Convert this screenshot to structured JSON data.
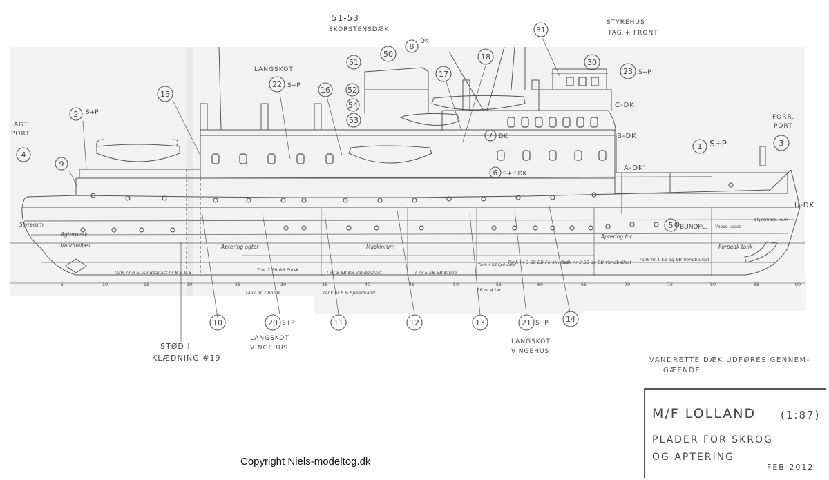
{
  "drawing": {
    "callouts": [
      {
        "id": "4",
        "note": "AGT PORT"
      },
      {
        "id": "9",
        "note": ""
      },
      {
        "id": "2",
        "note": "S+P"
      },
      {
        "id": "15",
        "note": ""
      },
      {
        "id": "22",
        "note": "S+P"
      },
      {
        "id": "16",
        "note": ""
      },
      {
        "id": "51",
        "note": ""
      },
      {
        "id": "50",
        "note": ""
      },
      {
        "id": "8",
        "note": "DK"
      },
      {
        "id": "52",
        "note": ""
      },
      {
        "id": "54",
        "note": ""
      },
      {
        "id": "53",
        "note": ""
      },
      {
        "id": "17",
        "note": ""
      },
      {
        "id": "18",
        "note": ""
      },
      {
        "id": "31",
        "note": ""
      },
      {
        "id": "30",
        "note": ""
      },
      {
        "id": "23",
        "note": "S+P"
      },
      {
        "id": "7",
        "note": "DK"
      },
      {
        "id": "6",
        "note": "S+P DK"
      },
      {
        "id": "1",
        "note": "S+P"
      },
      {
        "id": "3",
        "note": ""
      },
      {
        "id": "5",
        "note": "BUNDPL."
      },
      {
        "id": "10",
        "note": ""
      },
      {
        "id": "20",
        "note": "S+P"
      },
      {
        "id": "11",
        "note": ""
      },
      {
        "id": "12",
        "note": ""
      },
      {
        "id": "13",
        "note": ""
      },
      {
        "id": "21",
        "note": "S+P"
      },
      {
        "id": "14",
        "note": ""
      }
    ],
    "labels": {
      "top_range": "51-53",
      "skorstensdaek": "SKORSTENSDÆK",
      "styrehus_1": "STYREHUS",
      "styrehus_2": "TAG + FRONT",
      "langskot_top": "LANGSKOT",
      "agt": "AGT",
      "port_agt": "PORT",
      "forr": "FORR.",
      "port_forr": "PORT",
      "c_dk": "C-DK",
      "b_dk": "B-DK",
      "a_dk": "A-DK'",
      "u_dk": "U-DK",
      "stod_1": "STØD I",
      "stod_2": "KLÆDNING #19",
      "langskot_20a": "LANGSKOT",
      "langskot_20b": "VINGEHUS",
      "langskot_21a": "LANGSKOT",
      "langskot_21b": "VINGEHUS"
    },
    "compartments": {
      "styrerum": "Styrerum",
      "agterpeak": "Agterpeak",
      "vandballast_aft": "Vandballast",
      "aptering_agter": "Aptering agter",
      "maskinrum": "Maskinrum",
      "aptering_for": "Aptering for",
      "vaadevasse": "Vaade-vasse",
      "styremask_rum": "Styremask.-rum",
      "forpeak_tank": "Forpeak tank",
      "tank_aft": "Tank nr 9  &  Vandballast nr 8 S  & B",
      "tank_7_forsk": "T nr 7 SB BB  Forsk.",
      "tank_7_borde": "Tank nr 7 borde",
      "tank_5_vand": "T nr 5 SB BB  Vandballast",
      "tank_6_speed": "Tank nr 6 & Speedvand",
      "tank_5_brolle": "T nr 5 SB BB  Brolle",
      "tank_4_spil": "Tank 4 SB Spil-vand",
      "tank_4_tor": "BB nr 4 tør",
      "tank_3_fersk": "Tank nr 3 SB BB Ferskvand",
      "tank_2_vand": "Tank nr 2 SB og BB Vandballast",
      "tank_1_vand": "Tank nr 1 SB og BB Vandballast"
    },
    "frame_numbers": [
      "5",
      "10",
      "15",
      "20",
      "25",
      "30",
      "35",
      "40",
      "45",
      "50",
      "55",
      "60",
      "65",
      "70",
      "75",
      "80",
      "85",
      "90"
    ]
  },
  "title_block": {
    "ship": "M/F LOLLAND",
    "scale": "(1:87)",
    "line1": "PLADER FOR SKROG",
    "line2": "OG APTERING",
    "date": "FEB 2012"
  },
  "note": {
    "line1": "VANDRETTE DÆK UDFØRES GENNEM-",
    "line2": "GÆENDE."
  },
  "copyright": "Copyright Niels-modeltog.dk"
}
